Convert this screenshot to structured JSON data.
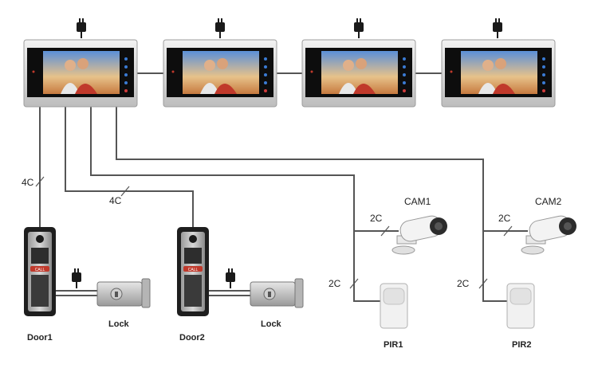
{
  "monitors": [
    {
      "id": "monitor-1"
    },
    {
      "id": "monitor-2"
    },
    {
      "id": "monitor-3"
    },
    {
      "id": "monitor-4"
    }
  ],
  "labels": {
    "wire_4c_a": "4C",
    "wire_4c_b": "4C",
    "wire_2c_cam1": "2C",
    "wire_2c_cam2": "2C",
    "wire_2c_pir1": "2C",
    "wire_2c_pir2": "2C",
    "cam1": "CAM1",
    "cam2": "CAM2",
    "door1": "Door1",
    "door2": "Door2",
    "lock1": "Lock",
    "lock2": "Lock",
    "pir1": "PIR1",
    "pir2": "PIR2",
    "call_button": "CALL"
  },
  "colors": {
    "wire": "#555555",
    "monitor_frame": "#d9d9d9",
    "monitor_bezel": "#111111",
    "call_red": "#c0392b",
    "panel_dark": "#2b2b2b"
  }
}
